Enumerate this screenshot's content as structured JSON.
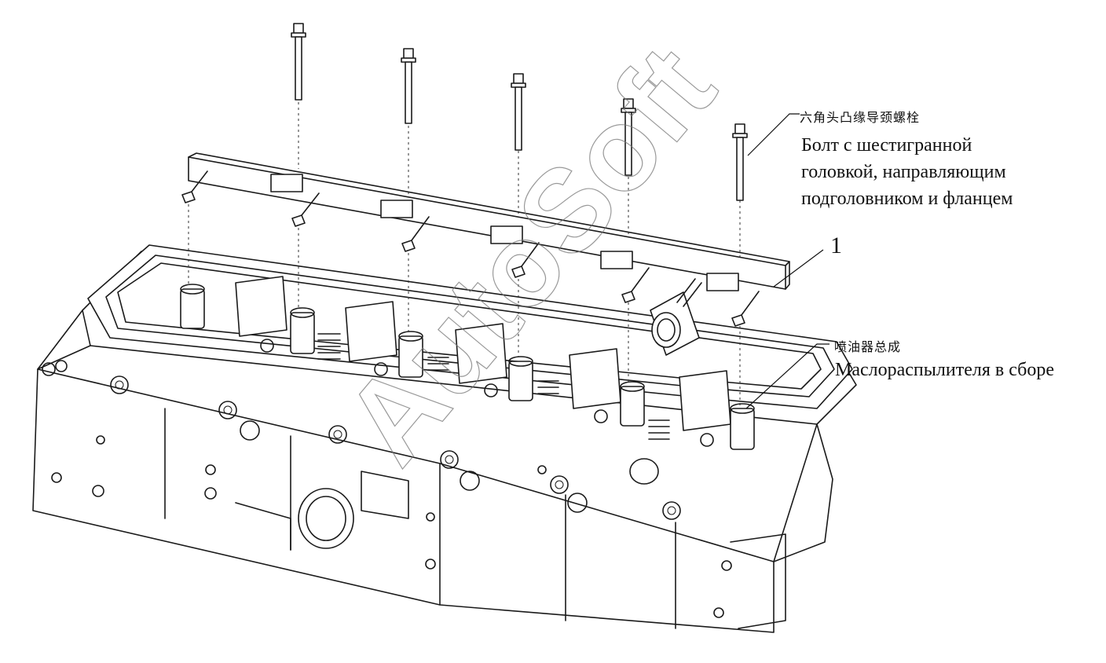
{
  "labels": {
    "bolt_zh": "六角头凸缘导颈螺栓",
    "bolt_ru_1": "Болт с шестигранной",
    "bolt_ru_2": "головкой, направляющим",
    "bolt_ru_3": "подголовником и фланцем",
    "part_number": "1",
    "injector_zh": "喷油器总成",
    "injector_ru": "Маслораспылителя в сборе"
  },
  "watermark": "AutoSoft",
  "colors": {
    "ink": "#1a1a1a",
    "background": "#ffffff",
    "watermark": "#777777"
  }
}
